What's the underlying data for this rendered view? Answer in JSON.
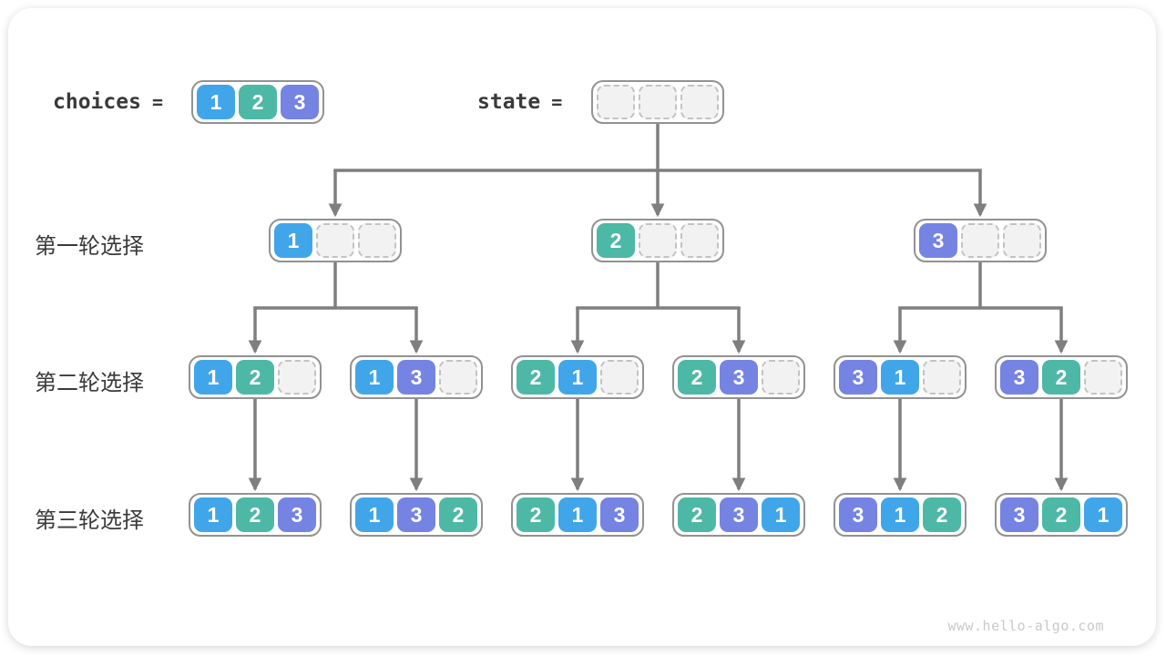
{
  "page": {
    "watermark": "www.hello-algo.com"
  },
  "palette": {
    "choice1": "#41A6E9",
    "choice2": "#4DB8A6",
    "choice3": "#7583E2",
    "arrow": "#7F7F7F"
  },
  "header": {
    "choices_label": "choices",
    "equals": "=",
    "choices_values": [
      1,
      2,
      3
    ],
    "state_label": "state",
    "state_values": [
      null,
      null,
      null
    ]
  },
  "tree": {
    "rows": [
      {
        "label": "第一轮选择",
        "nodes": [
          [
            1,
            null,
            null
          ],
          [
            2,
            null,
            null
          ],
          [
            3,
            null,
            null
          ]
        ]
      },
      {
        "label": "第二轮选择",
        "nodes": [
          [
            1,
            2,
            null
          ],
          [
            1,
            3,
            null
          ],
          [
            2,
            1,
            null
          ],
          [
            2,
            3,
            null
          ],
          [
            3,
            1,
            null
          ],
          [
            3,
            2,
            null
          ]
        ]
      },
      {
        "label": "第三轮选择",
        "nodes": [
          [
            1,
            2,
            3
          ],
          [
            1,
            3,
            2
          ],
          [
            2,
            1,
            3
          ],
          [
            2,
            3,
            1
          ],
          [
            3,
            1,
            2
          ],
          [
            3,
            2,
            1
          ]
        ]
      }
    ]
  }
}
